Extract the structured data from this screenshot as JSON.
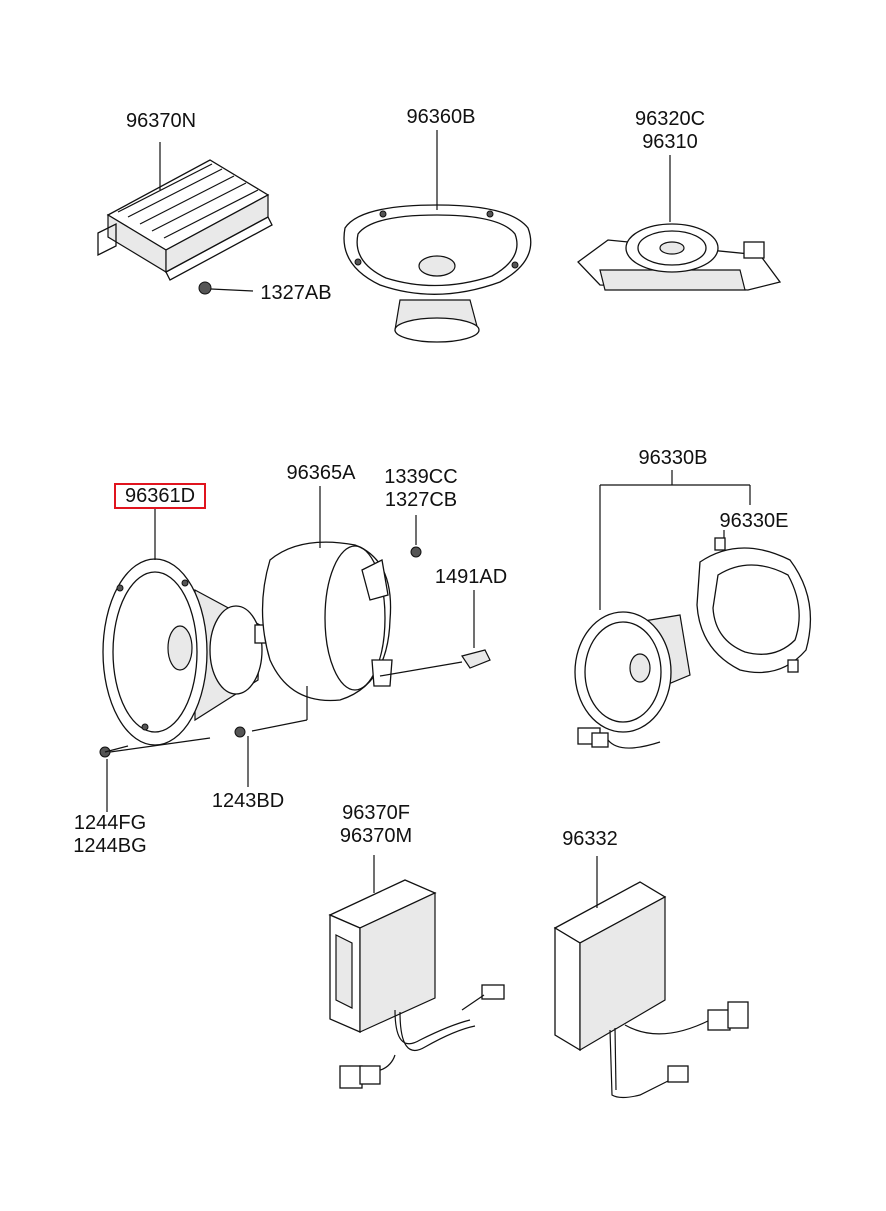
{
  "parts": {
    "amp": "96370N",
    "nut_amp": "1327AB",
    "speaker_oval": "96360B",
    "tweeter_a": "96320C",
    "tweeter_b": "96310",
    "speaker_front": "96361D",
    "bracket": "96365A",
    "clip_a": "1339CC",
    "clip_b": "1327CB",
    "plug": "1491AD",
    "screw_a": "1244FG",
    "screw_b": "1244BG",
    "screw_bracket": "1243BD",
    "speaker_rear": "96330B",
    "spacer_rear": "96330E",
    "module_a": "96370F",
    "module_b": "96370M",
    "module_c": "96332"
  },
  "highlight_color": "#e0141e"
}
